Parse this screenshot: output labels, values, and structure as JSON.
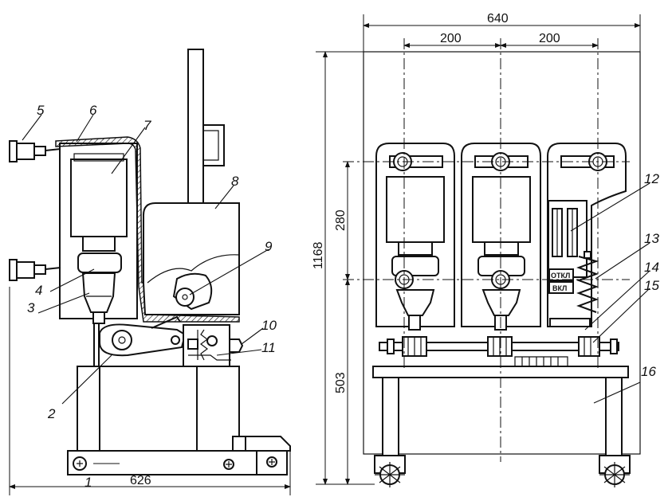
{
  "dimensions": {
    "total_width": "640",
    "spacing_left": "200",
    "spacing_right": "200",
    "total_height": "1168",
    "upper_height": "280",
    "lower_height": "503",
    "base_length": "626"
  },
  "callouts": {
    "c1": "1",
    "c2": "2",
    "c3": "3",
    "c4": "4",
    "c5": "5",
    "c6": "6",
    "c7": "7",
    "c8": "8",
    "c9": "9",
    "c10": "10",
    "c11": "11",
    "c12": "12",
    "c13": "13",
    "c14": "14",
    "c15": "15",
    "c16": "16"
  },
  "panel_labels": {
    "off": "ОТКЛ",
    "on": "ВКЛ"
  }
}
